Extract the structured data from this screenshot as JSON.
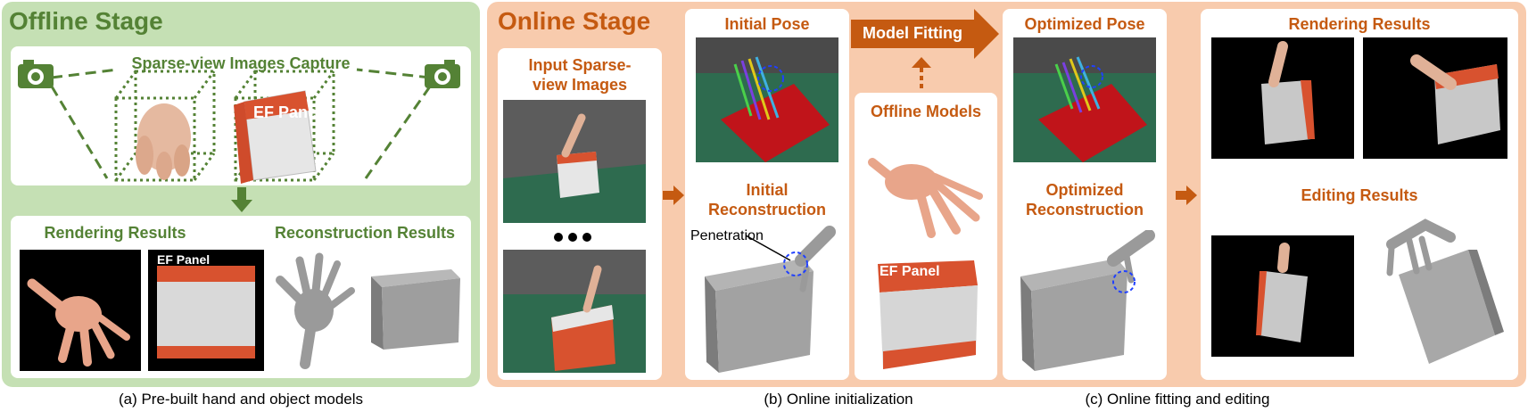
{
  "offline": {
    "title": "Offline Stage",
    "capture_label": "Sparse-view Images Capture",
    "rendering_label": "Rendering Results",
    "reconstruction_label": "Reconstruction Results",
    "box_text": "EF Panel"
  },
  "online": {
    "title": "Online Stage",
    "input_label": "Input Sparse-\nview Images",
    "initial_pose_label": "Initial Pose",
    "initial_recon_label": "Initial\nReconstruction",
    "penetration_label": "Penetration",
    "model_fitting_label": "Model Fitting",
    "offline_models_label": "Offline Models",
    "optimized_pose_label": "Optimized Pose",
    "optimized_recon_label": "Optimized\nReconstruction",
    "rendering_label": "Rendering Results",
    "editing_label": "Editing Results"
  },
  "captions": {
    "a": "(a) Pre-built hand and object models",
    "b": "(b) Online initialization",
    "c": "(c) Online fitting and editing"
  },
  "colors": {
    "offline_panel": "#c5e0b4",
    "online_panel": "#f8cbad",
    "offline_text": "#548235",
    "online_text": "#c55a11"
  }
}
